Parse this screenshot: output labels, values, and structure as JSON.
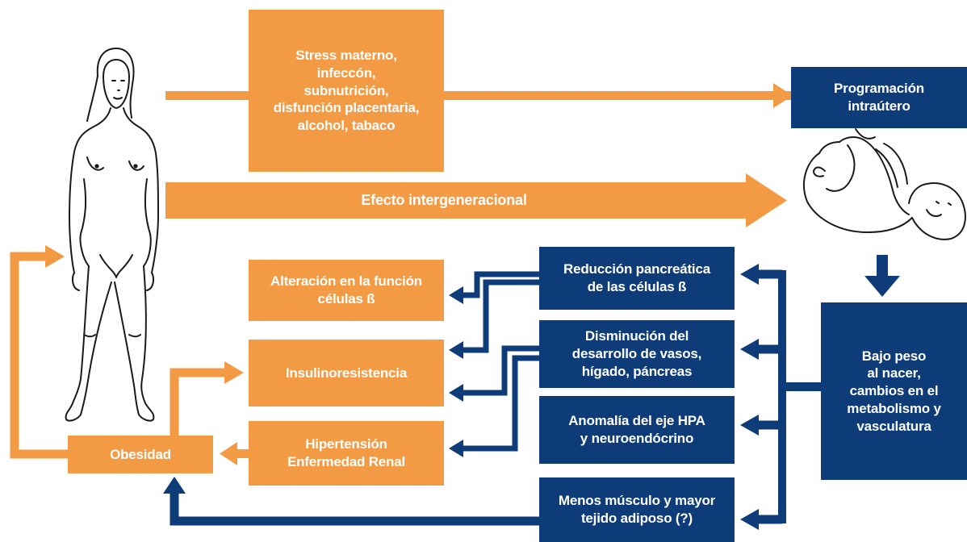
{
  "colors": {
    "orange": "#f39a45",
    "navy": "#0e3c78"
  },
  "illustrations": {
    "woman": "standing-woman-outline",
    "fetus": "fetus-outline"
  },
  "boxes": {
    "stress": "Stress materno,\ninfeccón,\nsubnutrición,\ndisfunción placentaria,\nalcohol, tabaco",
    "programacion": "Programación\nintraútero",
    "efecto": "Efecto intergeneracional",
    "alteracion": "Alteración en la función\ncélulas ß",
    "insulino": "Insulinoresistencia",
    "hipertension": "Hipertensión\nEnfermedad Renal",
    "obesidad": "Obesidad",
    "reduccion": "Reducción pancreática\nde las células ß",
    "disminucion": "Disminución del\ndesarrollo de vasos,\nhígado, páncreas",
    "anomalia": "Anomalía del eje HPA\ny neuroendócrino",
    "menos": "Menos músculo y mayor\ntejido adiposo (?)",
    "bajo": "Bajo peso\nal nacer,\ncambios en el\nmetabolismo y\nvasculatura"
  }
}
